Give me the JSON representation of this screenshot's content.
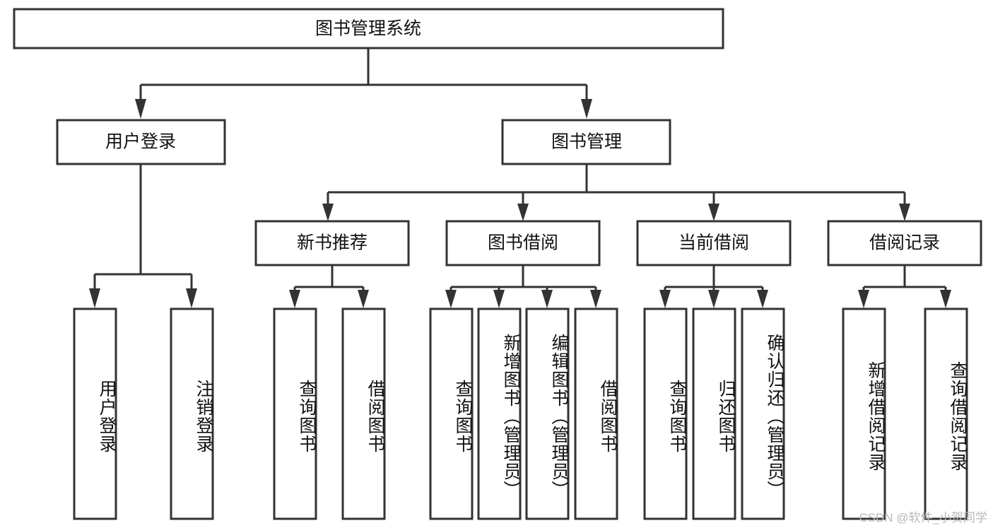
{
  "diagram": {
    "title": "图书管理系统",
    "type": "tree-hierarchy",
    "watermark": "CSDN @软件_小贺同学",
    "colors": {
      "stroke": "#333333",
      "fill": "#ffffff",
      "text": "#111111",
      "watermark": "#b8b8b8"
    },
    "root": {
      "label": "图书管理系统"
    },
    "level2": [
      {
        "label": "用户登录"
      },
      {
        "label": "图书管理"
      }
    ],
    "level3": [
      {
        "label": "新书推荐"
      },
      {
        "label": "图书借阅"
      },
      {
        "label": "当前借阅"
      },
      {
        "label": "借阅记录"
      }
    ],
    "leaves": {
      "user_login": [
        {
          "label": "用户登录"
        },
        {
          "label": "注销登录"
        }
      ],
      "new_book_recommend": [
        {
          "label": "查询图书"
        },
        {
          "label": "借阅图书"
        }
      ],
      "book_borrow": [
        {
          "label": "查询图书"
        },
        {
          "label": "新增图书（管理员）"
        },
        {
          "label": "编辑图书（管理员）"
        },
        {
          "label": "借阅图书"
        }
      ],
      "current_borrow": [
        {
          "label": "查询图书"
        },
        {
          "label": "归还图书"
        },
        {
          "label": "确认归还（管理员）"
        }
      ],
      "borrow_record": [
        {
          "label": "新增借阅记录"
        },
        {
          "label": "查询借阅记录"
        }
      ]
    }
  }
}
